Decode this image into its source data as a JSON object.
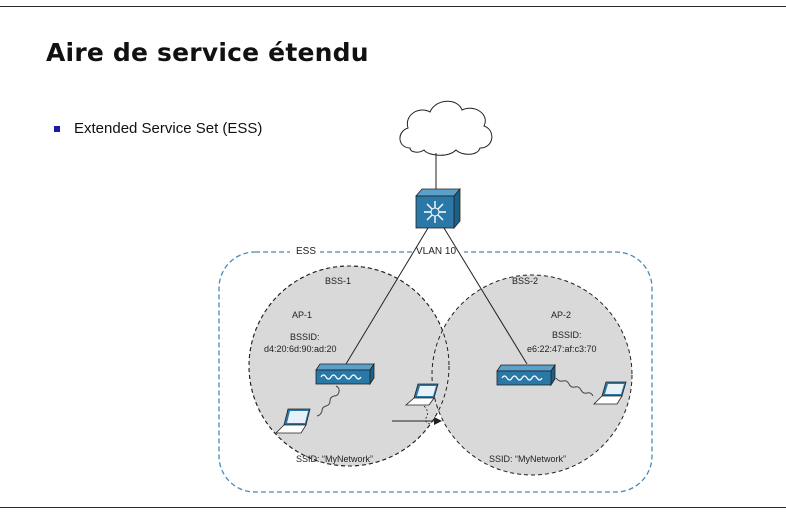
{
  "slide": {
    "title": "Aire de service étendu",
    "bullets": [
      "Extended Service Set (ESS)"
    ]
  },
  "diagram": {
    "ess_label": "ESS",
    "vlan_label": "VLAN 10",
    "bss1": {
      "label": "BSS-1",
      "ap_name": "AP-1",
      "bssid_label": "BSSID:",
      "bssid": "d4:20:6d:90:ad:20",
      "ssid": "SSID: “MyNetwork”"
    },
    "bss2": {
      "label": "BSS-2",
      "ap_name": "AP-2",
      "bssid_label": "BSSID:",
      "bssid": "e6:22:47:af:c3:70",
      "ssid": "SSID: “MyNetwork”"
    },
    "colors": {
      "ess_border": "#4a8ab8",
      "cell_fill": "#d9d9d9",
      "switch_fill": "#2a78a8",
      "ap_fill": "#2a78a8",
      "bullet": "#1a1aa8"
    }
  }
}
